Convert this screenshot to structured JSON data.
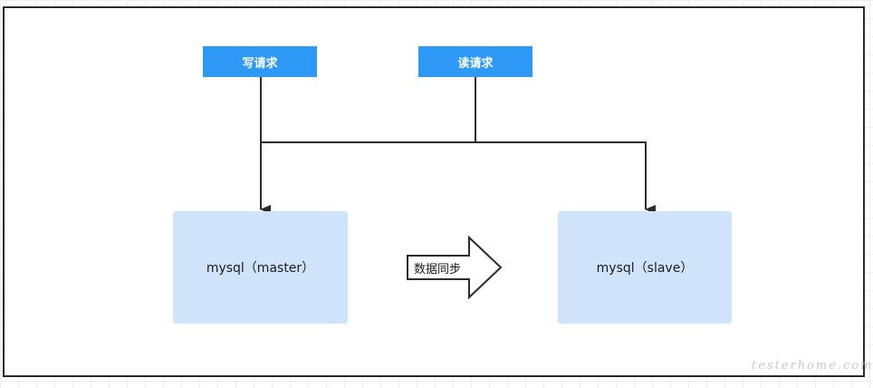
{
  "diagram": {
    "write_request": "写请求",
    "read_request": "读请求",
    "master_label": "mysql（master）",
    "slave_label": "mysql（slave）",
    "sync_label": "数据同步",
    "watermark": "testerhome.com"
  },
  "colors": {
    "request_box": "#2d98f6",
    "db_box": "#cfe4fb",
    "line": "#2b2b2b"
  }
}
